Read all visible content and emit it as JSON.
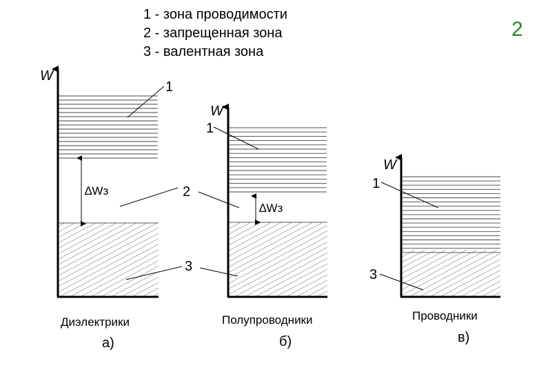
{
  "legend": {
    "items": [
      "1 - зона проводимости",
      "2 - запрещенная зона",
      "3 - валентная зона"
    ]
  },
  "slide_number": "2",
  "axis_label": "W",
  "gap_label": "∆Wз",
  "zone_labels": {
    "conduction": "1",
    "forbidden": "2",
    "valence": "3"
  },
  "panels": [
    {
      "caption": "Диэлектрики",
      "letter": "а)"
    },
    {
      "caption": "Полупроводники",
      "letter": "б)"
    },
    {
      "caption": "Проводники",
      "letter": "в)"
    }
  ]
}
